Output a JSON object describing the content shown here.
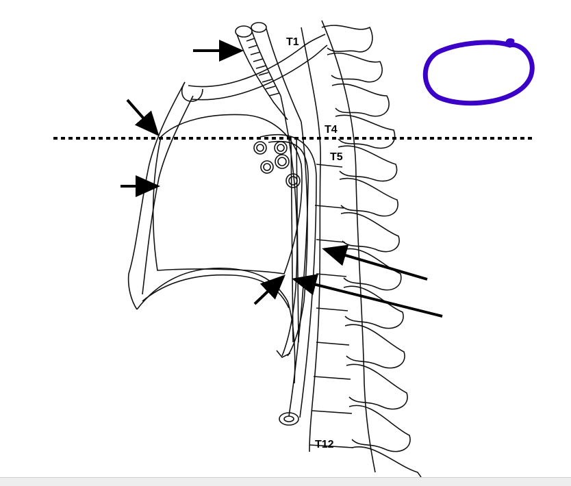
{
  "vertebra_labels": {
    "t1": "T1",
    "t4": "T4",
    "t5": "T5",
    "t12": "T12"
  },
  "colors": {
    "line": "#111111",
    "annotation_circle": "#3b00c8",
    "dotted_line": "#000000"
  }
}
